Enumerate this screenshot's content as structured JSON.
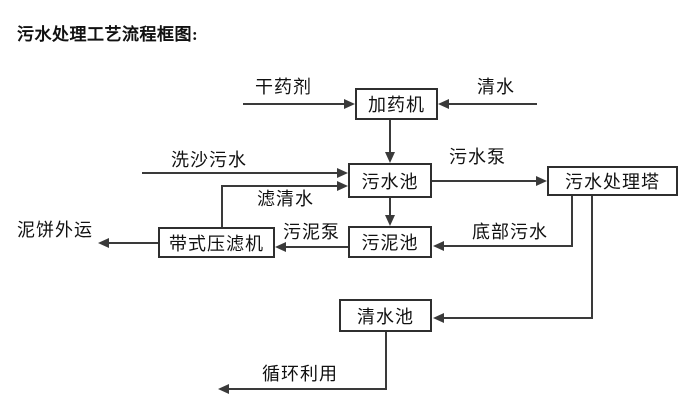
{
  "title": "污水处理工艺流程框图:",
  "colors": {
    "line": "#3a3a3a",
    "text": "#111111",
    "box_border": "#2f2f2f",
    "background": "#ffffff"
  },
  "nodes": {
    "dosing_machine": {
      "label": "加药机"
    },
    "sewage_pool": {
      "label": "污水池"
    },
    "sewage_treatment_tower": {
      "label": "污水处理塔"
    },
    "belt_filter_press": {
      "label": "带式压滤机"
    },
    "sludge_pool": {
      "label": "污泥池"
    },
    "clean_water_pool": {
      "label": "清水池"
    }
  },
  "flow_labels": {
    "dry_chemical": "干药剂",
    "clean_water": "清水",
    "sand_washing_sewage": "洗沙污水",
    "filtered_water": "滤清水",
    "sewage_pump": "污水泵",
    "sludge_pump": "污泥泵",
    "bottom_sewage": "底部污水",
    "mud_cake_out": "泥饼外运",
    "recycling": "循环利用"
  },
  "edges": [
    {
      "from": "dry-chemical-source",
      "to": "dosing-machine",
      "label": "干药剂"
    },
    {
      "from": "clean-water-source",
      "to": "dosing-machine",
      "label": "清水"
    },
    {
      "from": "dosing-machine",
      "to": "sewage-pool",
      "label": ""
    },
    {
      "from": "sand-washing-source",
      "to": "sewage-pool",
      "label": "洗沙污水"
    },
    {
      "from": "belt-filter-press",
      "to": "sewage-pool",
      "label": "滤清水"
    },
    {
      "from": "sewage-pool",
      "to": "sewage-treatment-tower",
      "label": "污水泵"
    },
    {
      "from": "sewage-pool",
      "to": "sludge-pool",
      "label": ""
    },
    {
      "from": "sewage-treatment-tower",
      "to": "sludge-pool",
      "label": "底部污水"
    },
    {
      "from": "sludge-pool",
      "to": "belt-filter-press",
      "label": "污泥泵"
    },
    {
      "from": "belt-filter-press",
      "to": "mud-cake-out",
      "label": "泥饼外运"
    },
    {
      "from": "sewage-treatment-tower",
      "to": "clean-water-pool",
      "label": ""
    },
    {
      "from": "clean-water-pool",
      "to": "recycling-out",
      "label": "循环利用"
    }
  ]
}
